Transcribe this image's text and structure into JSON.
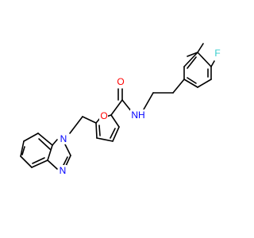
{
  "molecule": {
    "atoms": {
      "F": {
        "text": "F",
        "color": "#33cccc"
      },
      "O_carbonyl": {
        "text": "O",
        "color": "#ff0000"
      },
      "NH": {
        "text": "NH",
        "color": "#0000ff"
      },
      "O_furan": {
        "text": "O",
        "color": "#ff0000"
      },
      "N_imid1": {
        "text": "N",
        "color": "#0000ff"
      },
      "N_imid3": {
        "text": "N",
        "color": "#0000ff"
      }
    }
  }
}
